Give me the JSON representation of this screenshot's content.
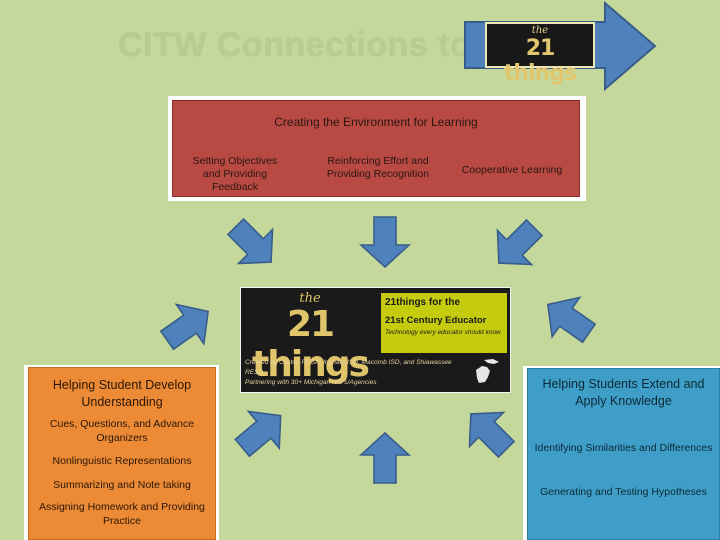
{
  "slide": {
    "title": "CITW Connections to",
    "title_logo": {
      "the": "the",
      "name": "21 things"
    }
  },
  "environment": {
    "title": "Creating the Environment for Learning",
    "items": [
      "Setting Objectives and Providing Feedback",
      "Reinforcing Effort and Providing Recognition",
      "Cooperative Learning"
    ]
  },
  "center": {
    "logo": {
      "the": "the",
      "name": "21 things"
    },
    "line1": "21things for the",
    "line2": "21st Century Educator",
    "line3": "Technology every educator should know",
    "bottom1": "Created by Clinton RESA, Ingham ISD, Macomb ISD, and Shiawassee RESD",
    "bottom2": "Partnering with 30+ Michigan ISD's/Agencies"
  },
  "understanding": {
    "title": "Helping Student Develop Understanding",
    "items": [
      "Cues, Questions, and Advance Organizers",
      "Nonlinguistic Representations",
      "Summarizing and Note taking",
      "Assigning Homework and Providing Practice"
    ]
  },
  "extend": {
    "title": "Helping Students Extend and Apply Knowledge",
    "items": [
      "Identifying Similarities and Differences",
      "Generating and Testing Hypotheses"
    ]
  },
  "colors": {
    "background": "#c4d89b",
    "arrow": "#4f81bd",
    "environment_box": "#b84a43",
    "understanding_box": "#ec8a35",
    "extend_box": "#3e9ec7",
    "center_yellow": "#c5cc0d"
  }
}
